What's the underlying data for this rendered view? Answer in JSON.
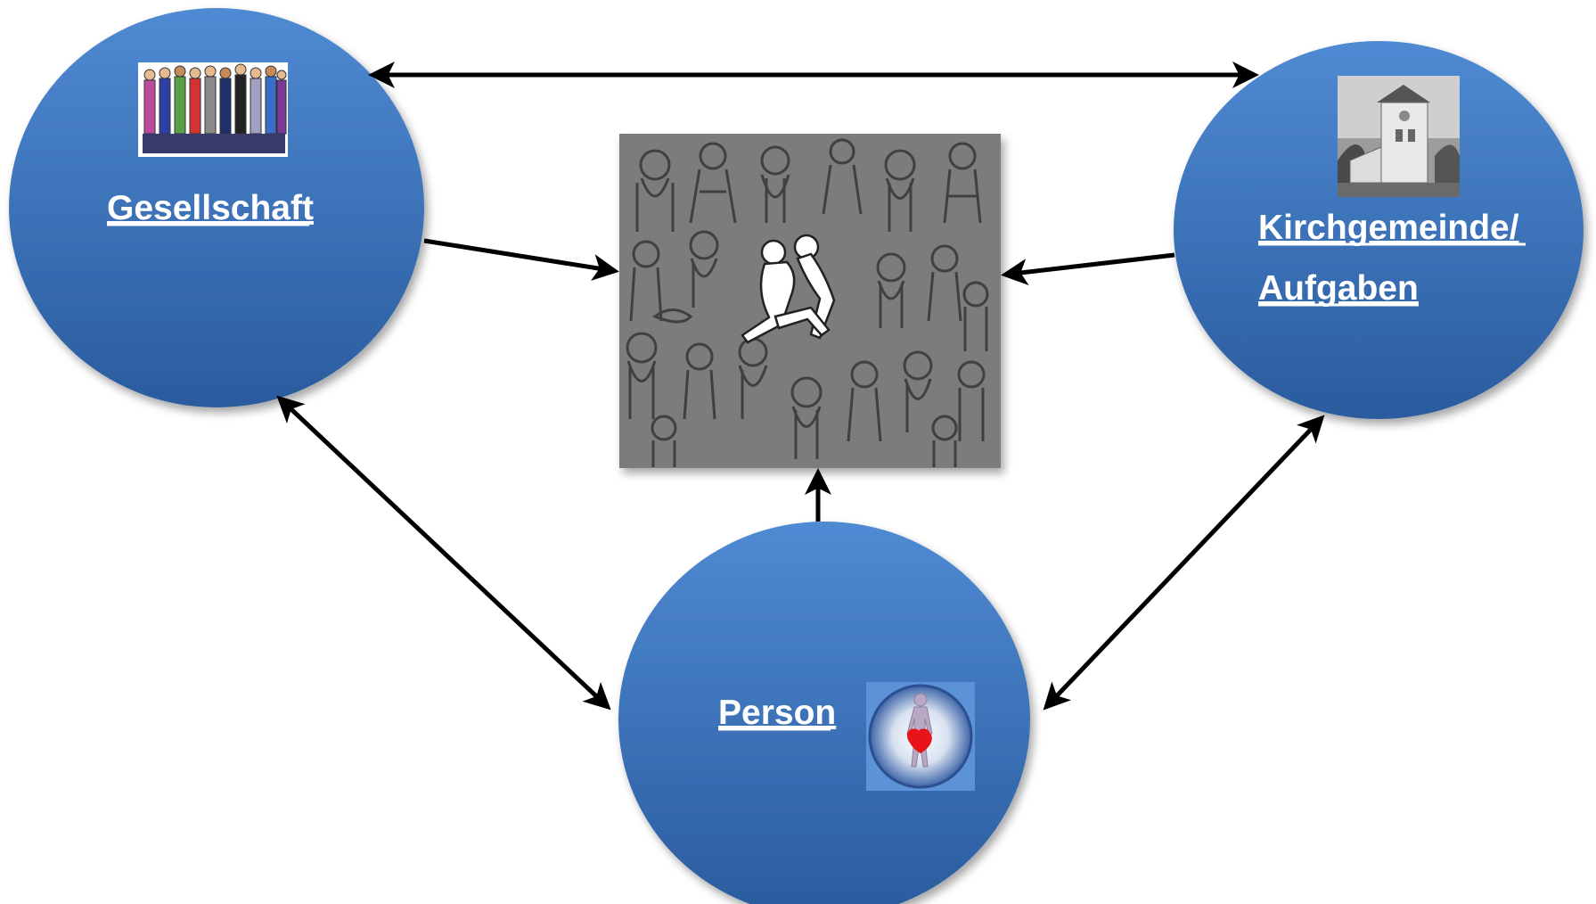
{
  "nodes": {
    "gesellschaft": {
      "label": "Gesellschaft"
    },
    "kirchgemeinde": {
      "label_line1": "Kirchgemeinde/",
      "label_line2": "Aufgaben"
    },
    "person": {
      "label": "Person"
    }
  },
  "icons": {
    "gesellschaft": "group-of-people-icon",
    "kirchgemeinde": "church-tower-photo",
    "person": "human-body-heart-icon",
    "center": "crowd-dancing-couple-drawing"
  },
  "colors": {
    "circle_light": "#4d86cf",
    "circle_dark": "#2b5ea3",
    "arrow": "#000000",
    "label": "#ffffff",
    "crowd_bg": "#7a7a7a",
    "heart": "#e8141a"
  }
}
